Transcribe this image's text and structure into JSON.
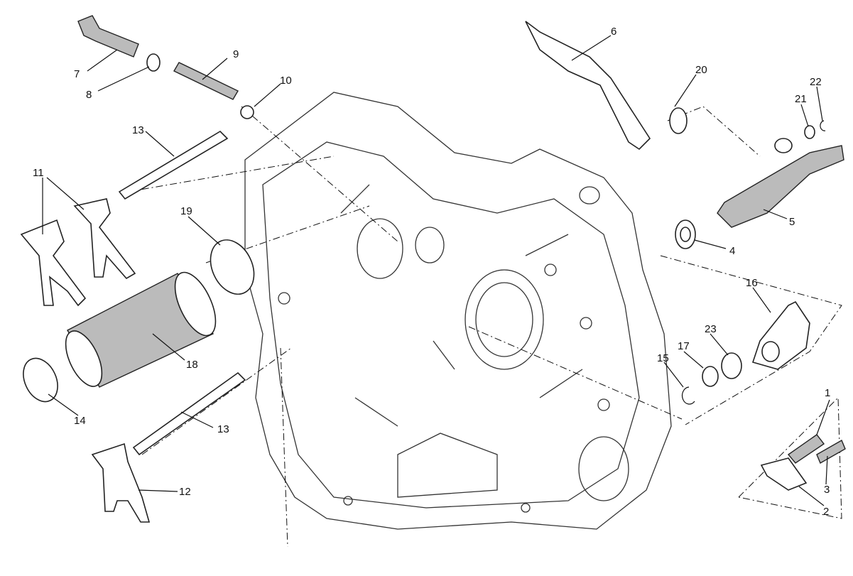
{
  "diagram": {
    "type": "exploded-parts-diagram",
    "callouts": [
      "1",
      "2",
      "3",
      "4",
      "5",
      "6",
      "7",
      "8",
      "9",
      "10",
      "11",
      "12",
      "13",
      "13",
      "14",
      "15",
      "16",
      "17",
      "18",
      "19",
      "20",
      "21",
      "22",
      "23"
    ]
  }
}
